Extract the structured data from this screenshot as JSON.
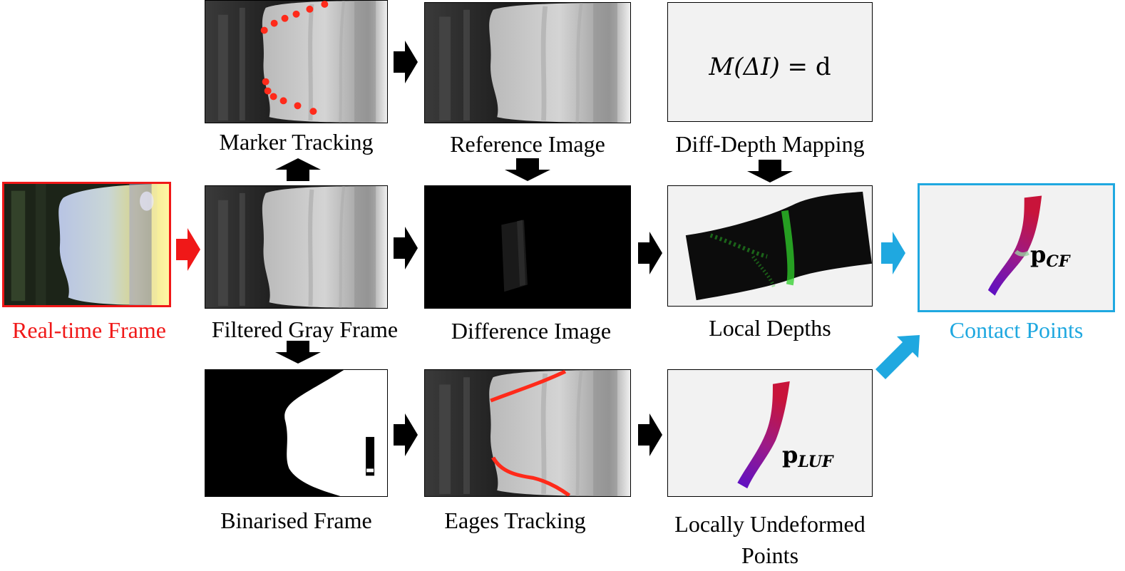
{
  "labels": {
    "realtime": "Real-time Frame",
    "marker": "Marker Tracking",
    "reference": "Reference Image",
    "diffdepth": "Diff-Depth Mapping",
    "filtered": "Filtered Gray Frame",
    "difference": "Difference Image",
    "localdepths": "Local Depths",
    "contact": "Contact Points",
    "binarised": "Binarised Frame",
    "edges": "Eages Tracking",
    "undeformed_line1": "Locally  Undeformed",
    "undeformed_line2": "Points"
  },
  "formula": {
    "lhs": "M(ΔI)",
    "rhs": "= d"
  },
  "points": {
    "luf_base": "p",
    "luf_sub": "LUF",
    "cf_base": "p",
    "cf_sub": "CF"
  },
  "colors": {
    "realtime_accent": "#f01818",
    "contact_accent": "#1fa8e0",
    "arrow_dark": "#000000",
    "marker_dot": "#ff2a1a",
    "depth_green": "#2fd02a"
  },
  "icons": {
    "arrow": "thick-arrow-icon"
  }
}
